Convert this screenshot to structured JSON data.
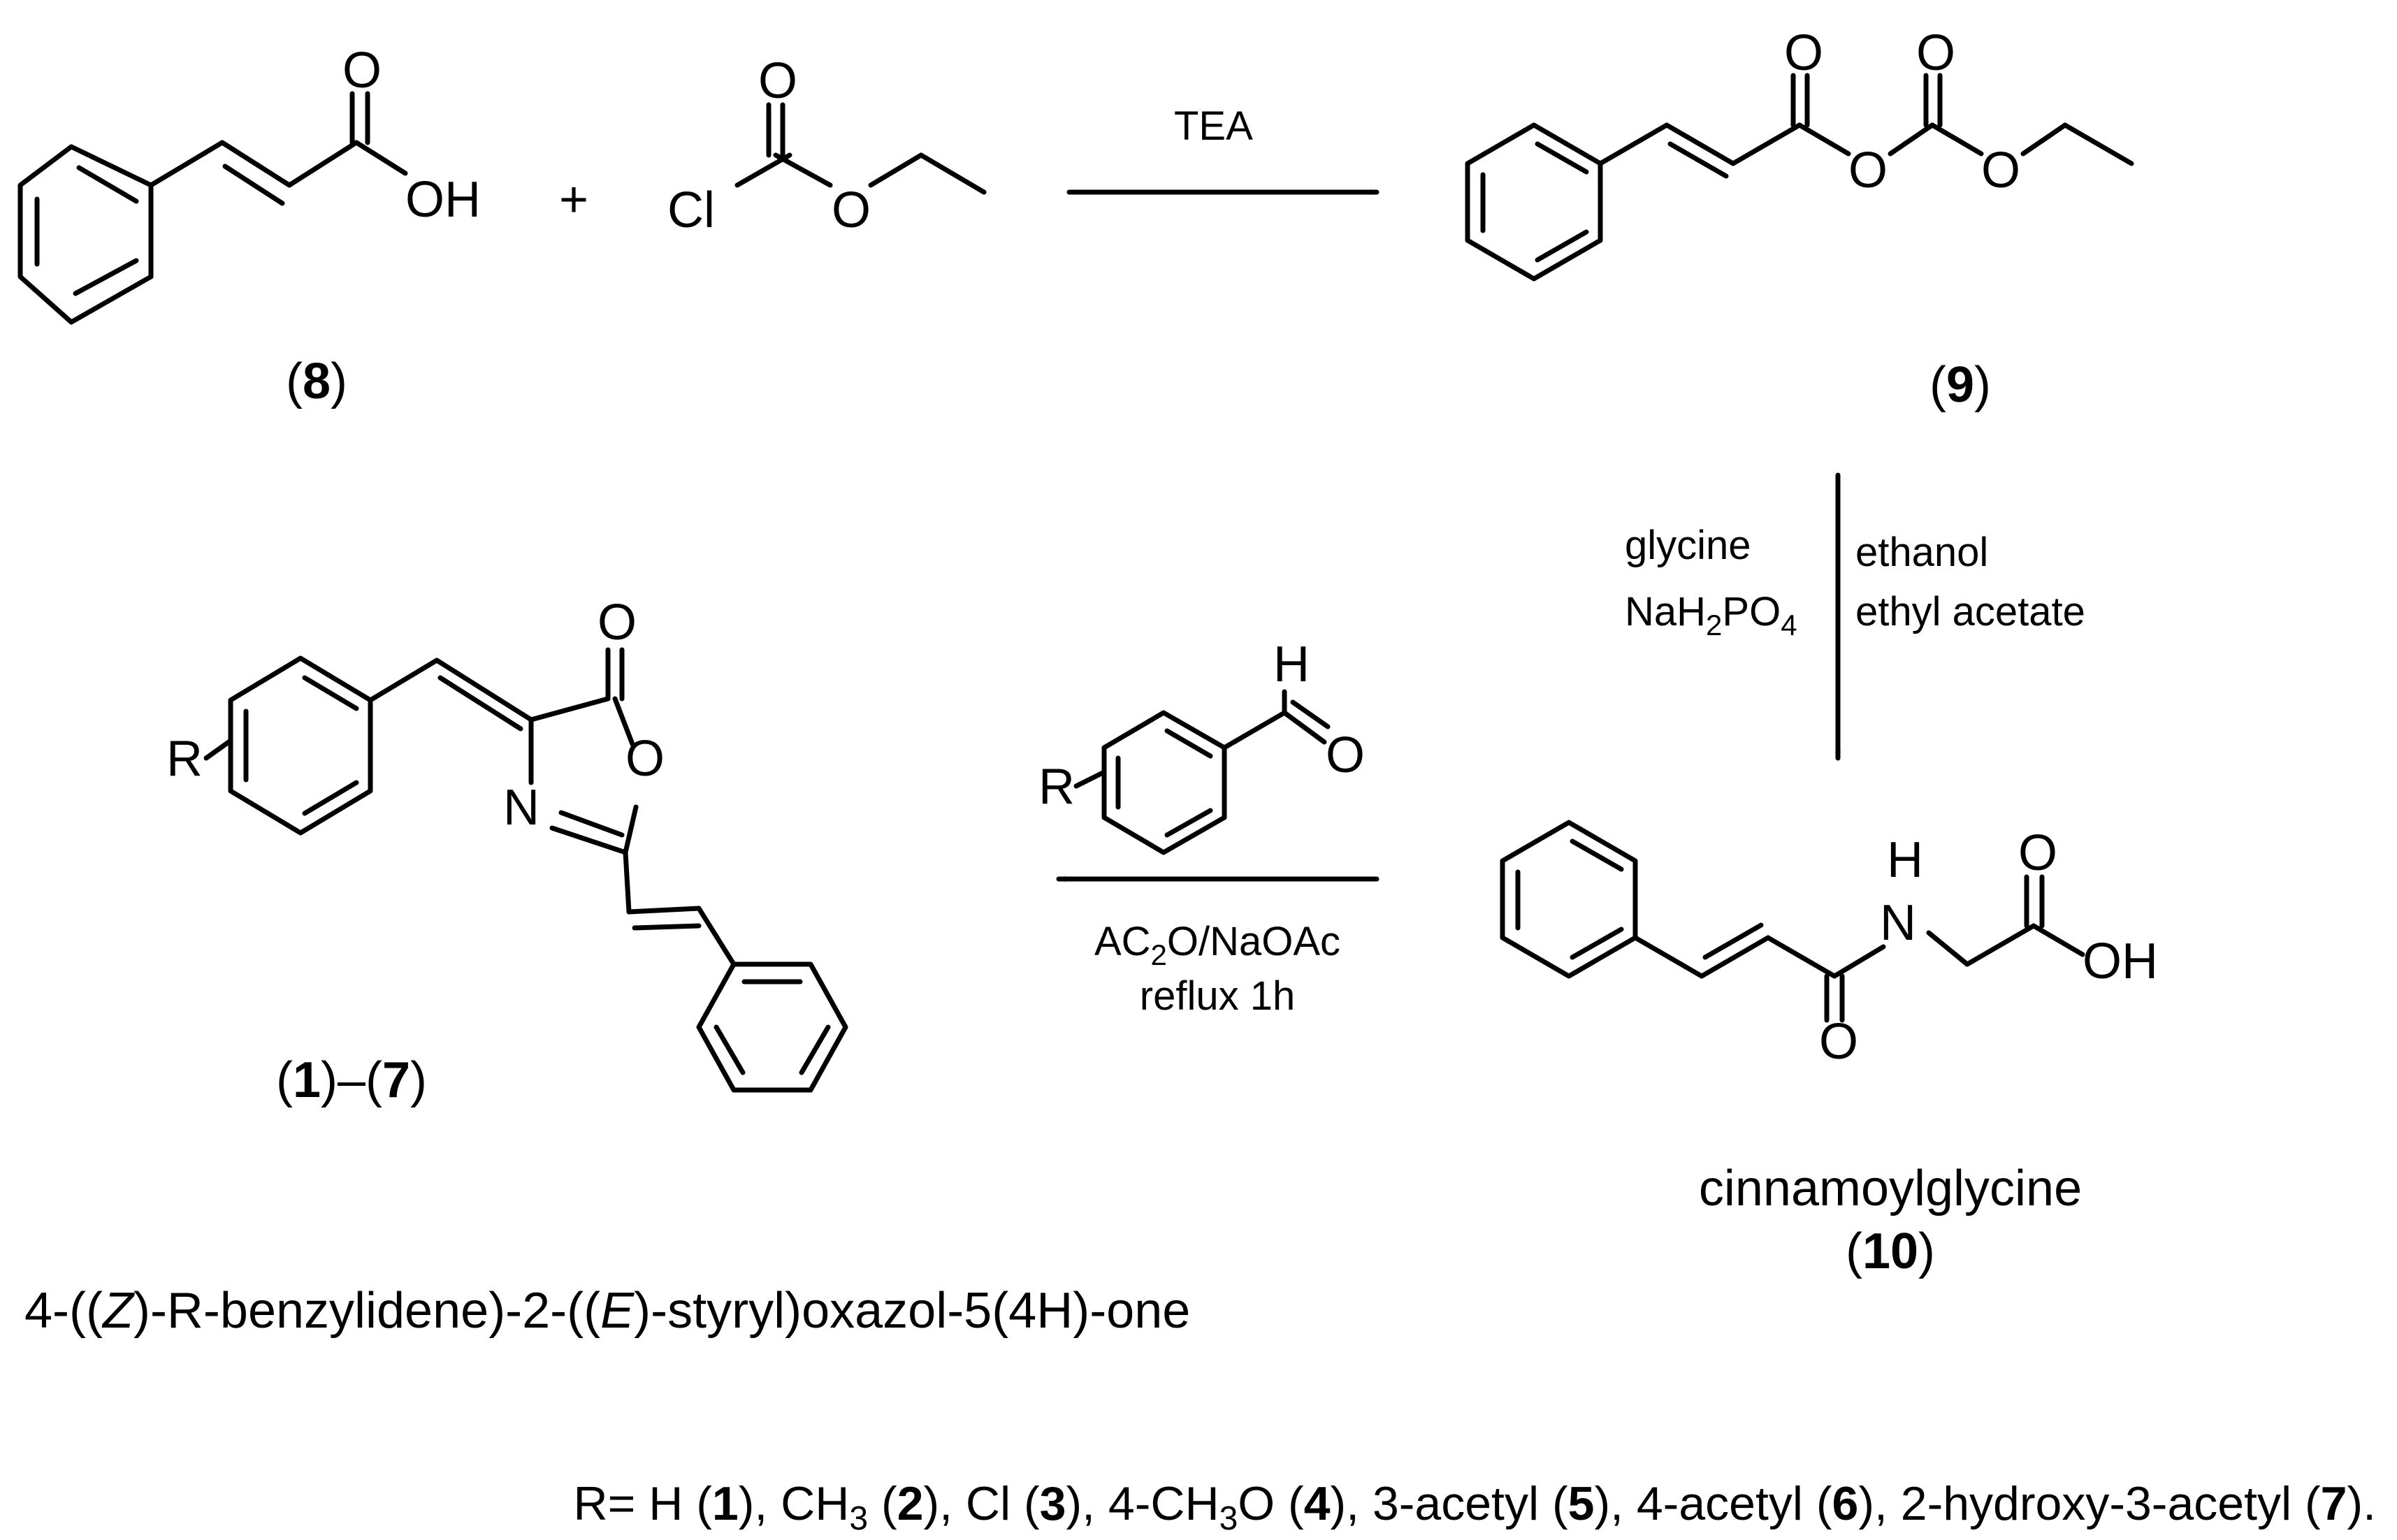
{
  "compounds": {
    "c8": {
      "label_open": "(",
      "label_num": "8",
      "label_close": ")"
    },
    "c9": {
      "label_open": "(",
      "label_num": "9",
      "label_close": ")"
    },
    "c10": {
      "name": "cinnamoylglycine",
      "label_open": "(",
      "label_num": "10",
      "label_close": ")"
    },
    "c1_7": {
      "p1": "(",
      "n1": "1",
      "p2": ")–(",
      "n2": "7",
      "p3": ")",
      "name_a": "4-((",
      "name_z": "Z",
      "name_b": ")-R-benzylidene)-2-((",
      "name_e": "E",
      "name_c": ")-styryl)oxazol-5(4H)-one"
    }
  },
  "atoms": {
    "O": "O",
    "OH": "OH",
    "Cl": "Cl",
    "N": "N",
    "H": "H",
    "R": "R",
    "plus": "+"
  },
  "reagents": {
    "step1": "TEA",
    "step2_left_1": "glycine",
    "step2_left_2a": "NaH",
    "step2_left_2b": "2",
    "step2_left_2c": "PO",
    "step2_left_2d": "4",
    "step2_right_1": "ethanol",
    "step2_right_2": "ethyl acetate",
    "step3_1a": "AC",
    "step3_1b": "2",
    "step3_1c": "O/NaOAc",
    "step3_2": "reflux 1h"
  },
  "r_groups": {
    "prefix": "R= H (",
    "n1": "1",
    "s1": "), CH",
    "sub1": "3",
    "s1b": " (",
    "n2": "2",
    "s2": "), Cl (",
    "n3": "3",
    "s3": "), 4-CH",
    "sub2": "3",
    "s3b": "O (",
    "n4": "4",
    "s4": "), 3-acetyl (",
    "n5": "5",
    "s5": "), 4-acetyl (",
    "n6": "6",
    "s6": "), 2-hydroxy-3-acetyl (",
    "n7": "7",
    "s7": ")."
  }
}
